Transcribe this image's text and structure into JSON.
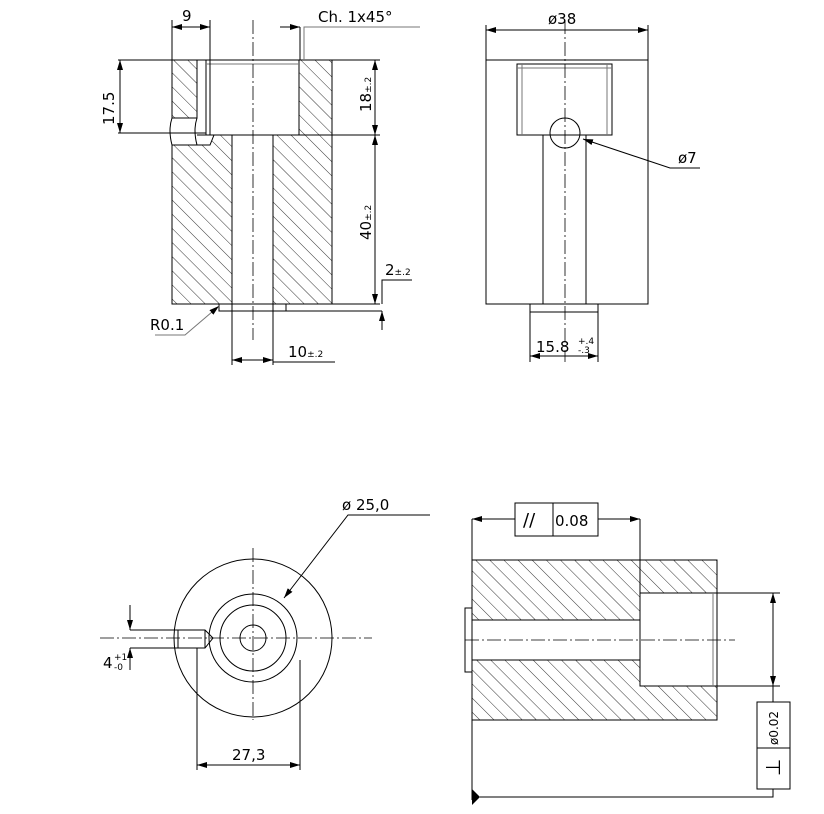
{
  "drawing": {
    "section_view": {
      "dim_width": "9",
      "chamfer": "Ch. 1x45°",
      "dim_counterbore_left": "17.5",
      "dim_counterbore_depth": "18",
      "tol_counterbore_depth": "±.2",
      "dim_bore_length": "40",
      "tol_bore_length": "±.2",
      "dim_boss": "2",
      "tol_boss": "±.2",
      "radius": "R0.1",
      "dim_bore": "10",
      "tol_bore": "±.2"
    },
    "side_view": {
      "dim_outer_dia": "ø38",
      "dim_hole_dia": "ø7",
      "dim_boss_dia": "15.8",
      "tol_upper": "+.4",
      "tol_lower": "-.3"
    },
    "end_view": {
      "dim_dia": "ø 25,0",
      "dim_offset": "27,3",
      "dim_hole": "4",
      "tol_upper": "+1",
      "tol_lower": "-0"
    },
    "gdt_view": {
      "parallelism_symbol": "//",
      "parallelism_value": "0.08",
      "perpendicularity_value": "ø0.02",
      "perpendicularity_symbol": "⊥"
    }
  }
}
